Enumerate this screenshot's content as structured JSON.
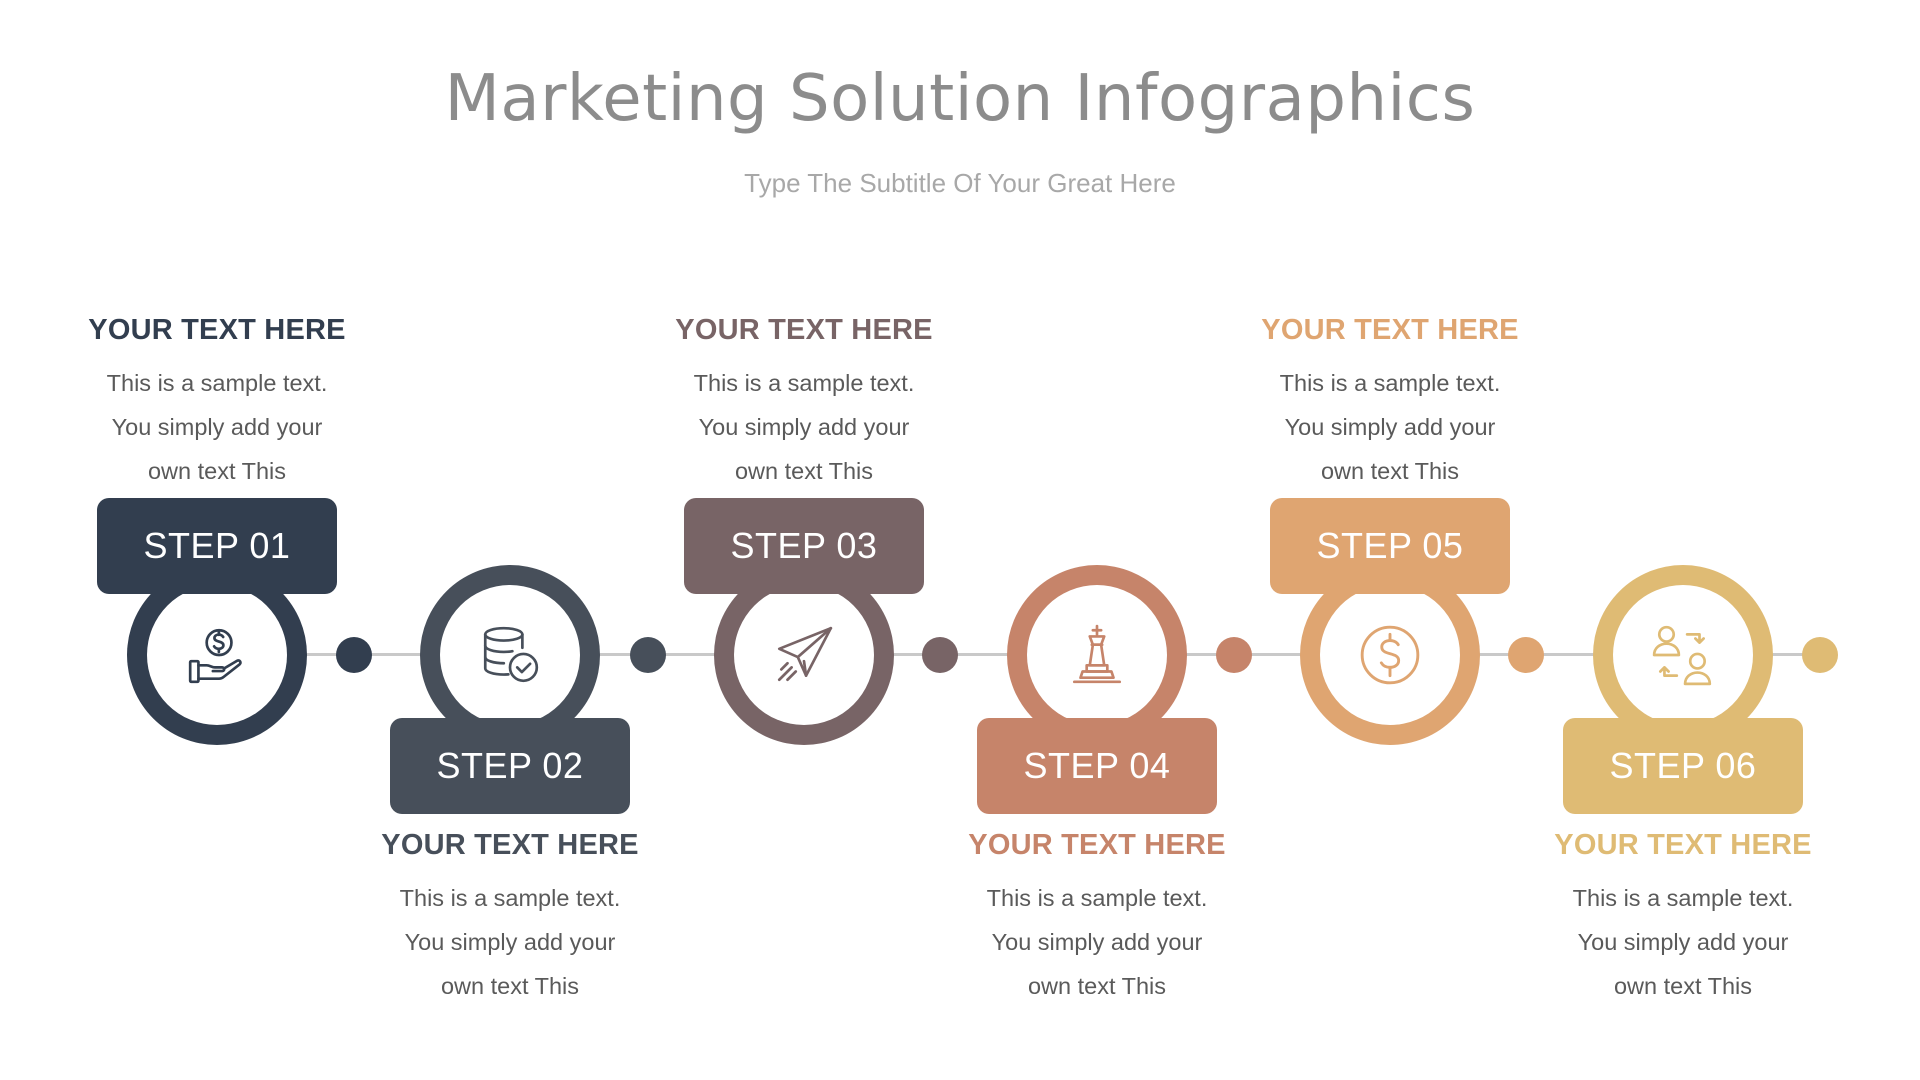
{
  "title": "Marketing Solution Infographics",
  "subtitle": "Type The Subtitle Of Your Great Here",
  "steps": [
    {
      "label": "STEP 01",
      "heading": "YOUR TEXT HERE",
      "lines": [
        "This is a sample text.",
        "You simply add your",
        "own text This"
      ],
      "color": "#323e4f",
      "icon": "money-hand-icon",
      "position": "top"
    },
    {
      "label": "STEP 02",
      "heading": "YOUR TEXT HERE",
      "lines": [
        "This is a sample text.",
        "You simply add your",
        "own text This"
      ],
      "color": "#474f5a",
      "icon": "database-check-icon",
      "position": "bottom"
    },
    {
      "label": "STEP 03",
      "heading": "YOUR TEXT HERE",
      "lines": [
        "This is a sample text.",
        "You simply add your",
        "own text This"
      ],
      "color": "#786466",
      "icon": "paper-plane-icon",
      "position": "top"
    },
    {
      "label": "STEP 04",
      "heading": "YOUR TEXT HERE",
      "lines": [
        "This is a sample text.",
        "You simply add your",
        "own text This"
      ],
      "color": "#c6846a",
      "icon": "chess-king-icon",
      "position": "bottom"
    },
    {
      "label": "STEP 05",
      "heading": "YOUR TEXT HERE",
      "lines": [
        "This is a sample text.",
        "You simply add your",
        "own text This"
      ],
      "color": "#dfa571",
      "icon": "dollar-coin-icon",
      "position": "top"
    },
    {
      "label": "STEP 06",
      "heading": "YOUR TEXT HERE",
      "lines": [
        "This is a sample text.",
        "You simply add your",
        "own text This"
      ],
      "color": "#dfbb74",
      "icon": "users-exchange-icon",
      "position": "bottom"
    }
  ]
}
